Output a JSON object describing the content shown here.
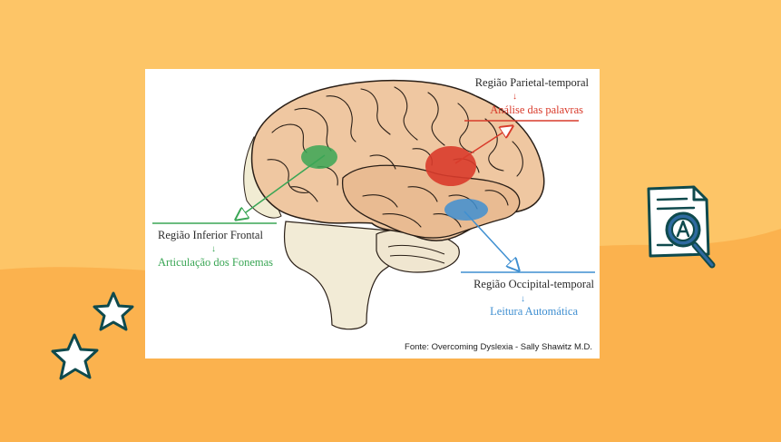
{
  "figure": {
    "labels": {
      "frontal_title": "Região Inferior Frontal",
      "frontal_sub": "Articulação dos Fonemas",
      "parietal_title": "Região Parietal-temporal",
      "parietal_sub": "Análise das palavras",
      "occipital_title": "Região Occipital-temporal",
      "occipital_sub": "Leitura Automática"
    },
    "source": "Fonte: Overcoming Dyslexia - Sally Shawitz M.D."
  },
  "colors": {
    "background": "#fdc567",
    "wave": "#fbb24e",
    "frontal": "#3aa655",
    "parietal": "#d93b2b",
    "occipital": "#3f8fd1",
    "brain": "#efc7a1"
  },
  "icons": [
    "star-icon",
    "star-icon",
    "document-search-icon"
  ]
}
